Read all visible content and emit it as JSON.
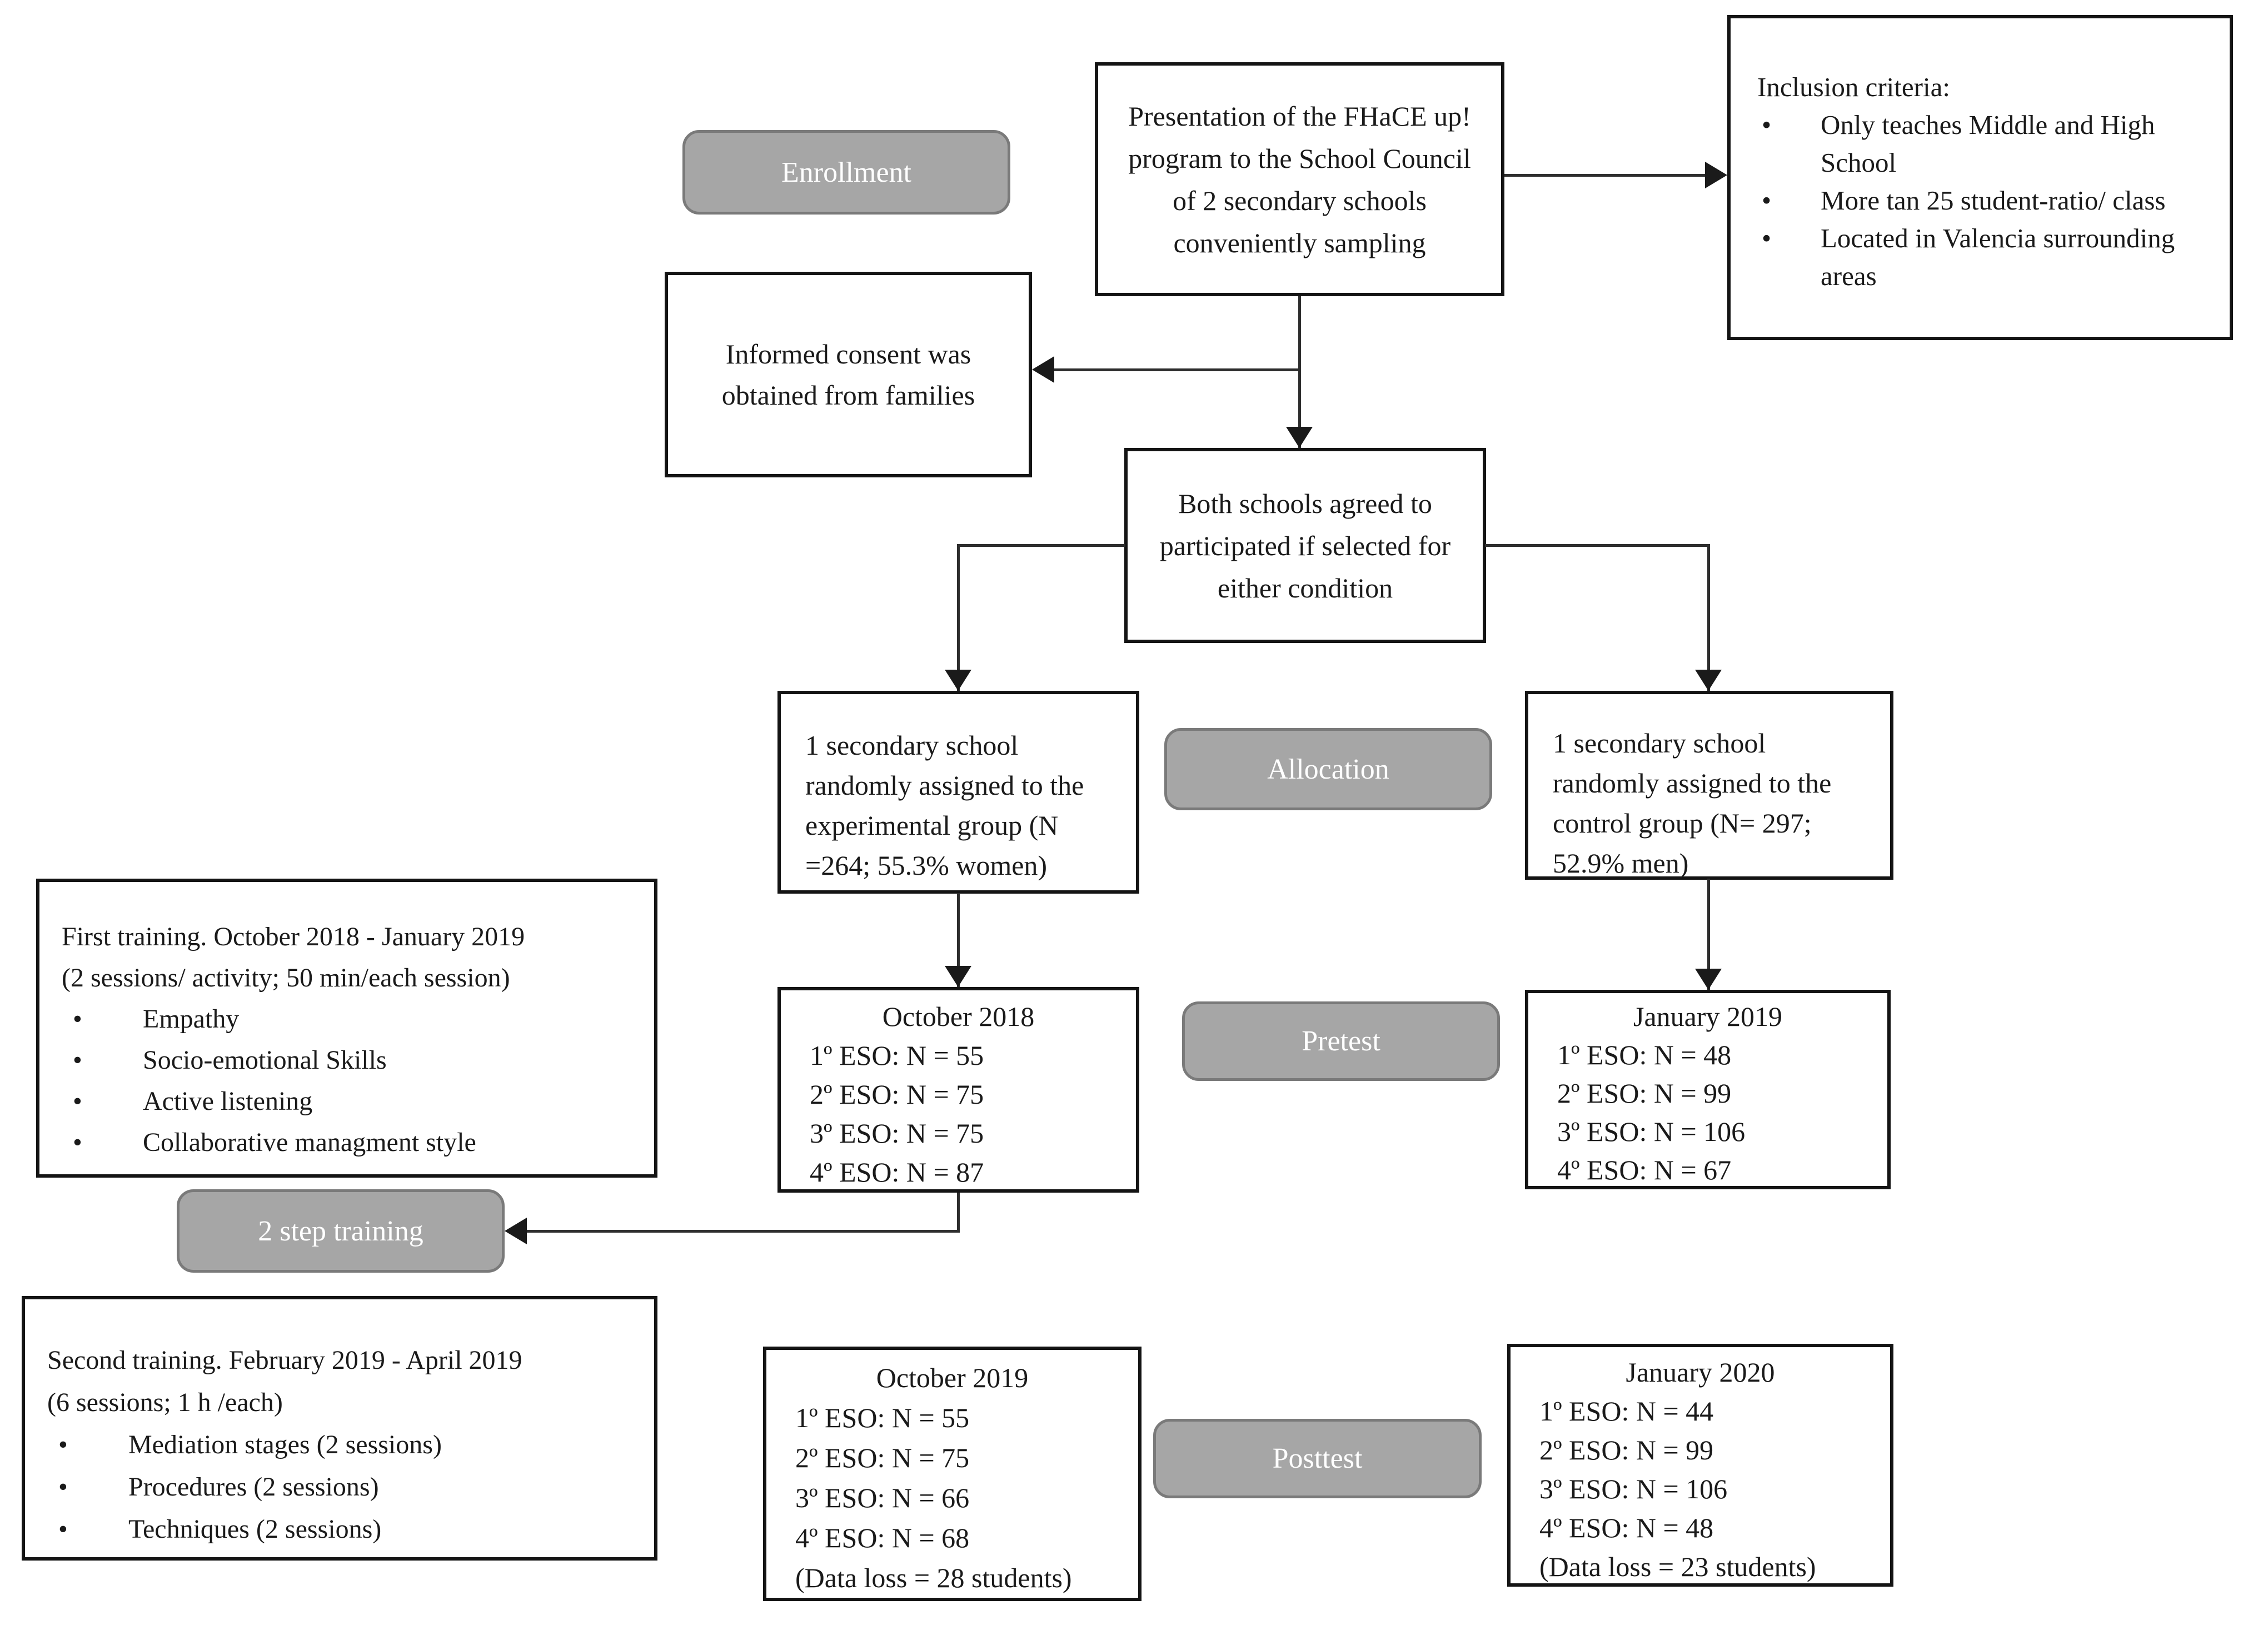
{
  "colors": {
    "badge_bg": "#a6a6a6",
    "badge_border": "#7a7a7a",
    "badge_text": "#ffffff",
    "box_border": "#141414",
    "text": "#1a1a1a"
  },
  "badges": {
    "enrollment": "Enrollment",
    "allocation": "Allocation",
    "pretest": "Pretest",
    "step_training": "2 step training",
    "posttest": "Posttest"
  },
  "boxes": {
    "presentation": {
      "text": "Presentation of the FHaCE up! program to the School Council of 2 secondary schools conveniently sampling"
    },
    "inclusion": {
      "title": "Inclusion criteria:",
      "bullets": [
        "Only teaches Middle and High School",
        "More tan 25 student-ratio/ class",
        "Located in Valencia surrounding areas"
      ]
    },
    "consent": {
      "text": "Informed consent was obtained from families"
    },
    "agreement": {
      "text": "Both schools agreed to participated if selected for either condition"
    },
    "experimental": {
      "text": "1 secondary school randomly assigned to the experimental group (N =264; 55.3% women)"
    },
    "control": {
      "text": "1 secondary school randomly assigned to the control group (N= 297; 52.9% men)"
    },
    "first_training": {
      "title": "First training. October 2018 - January 2019",
      "subtitle": "(2 sessions/ activity; 50 min/each session)",
      "bullets": [
        "Empathy",
        "Socio-emotional Skills",
        "Active listening",
        "Collaborative managment style"
      ]
    },
    "second_training": {
      "title": "Second training. February 2019 - April 2019",
      "subtitle": "(6 sessions; 1 h /each)",
      "bullets": [
        "Mediation stages (2 sessions)",
        "Procedures (2 sessions)",
        "Techniques (2 sessions)"
      ]
    },
    "pretest_experimental": {
      "title": "October 2018",
      "lines": [
        "1º ESO: N = 55",
        "2º ESO: N = 75",
        "3º ESO: N = 75",
        "4º ESO: N = 87"
      ]
    },
    "pretest_control": {
      "title": "January 2019",
      "lines": [
        "1º ESO: N = 48",
        "2º ESO: N = 99",
        "3º ESO: N = 106",
        "4º ESO: N = 67"
      ]
    },
    "posttest_experimental": {
      "title": "October 2019",
      "lines": [
        "1º ESO: N = 55",
        "2º ESO: N = 75",
        "3º ESO: N = 66",
        "4º ESO: N = 68"
      ],
      "data_loss": "(Data loss = 28 students)"
    },
    "posttest_control": {
      "title": "January 2020",
      "lines": [
        "1º ESO: N = 44",
        "2º ESO: N = 99",
        "3º ESO: N = 106",
        "4º ESO: N = 48"
      ],
      "data_loss": "(Data loss = 23 students)"
    }
  }
}
